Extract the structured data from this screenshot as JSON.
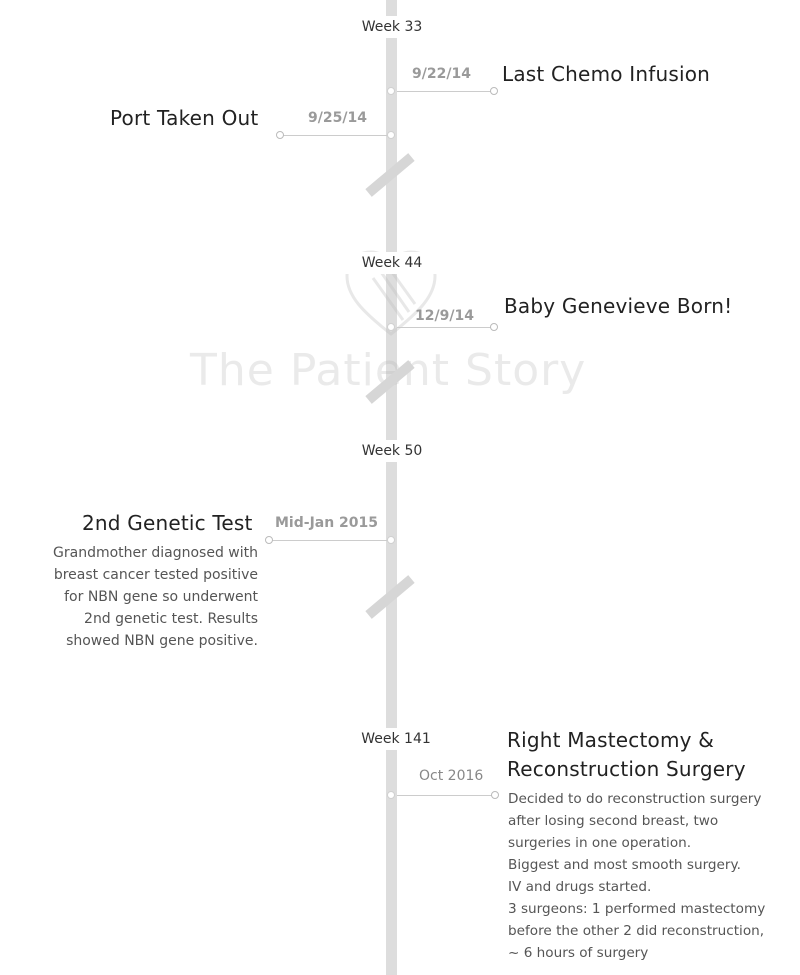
{
  "watermark": {
    "text": "The Patient Story"
  },
  "weeks": {
    "w33": "Week 33",
    "w44": "Week 44",
    "w50": "Week 50",
    "w141": "Week 141"
  },
  "events": {
    "last_chemo": {
      "date": "9/22/14",
      "title": "Last Chemo Infusion"
    },
    "port_out": {
      "date": "9/25/14",
      "title": "Port Taken Out"
    },
    "baby_born": {
      "date": "12/9/14",
      "title": "Baby Genevieve Born!"
    },
    "genetic_test": {
      "date": "Mid-Jan 2015",
      "title": "2nd Genetic Test",
      "description": [
        "Grandmother diagnosed with",
        "breast cancer tested positive",
        "for NBN gene so underwent",
        "2nd genetic test. Results",
        "showed NBN gene positive."
      ]
    },
    "mastectomy": {
      "date": "Oct 2016",
      "title_line1": "Right Mastectomy &",
      "title_line2": "Reconstruction Surgery",
      "description": [
        "Decided to do reconstruction surgery",
        "after losing second breast, two",
        "surgeries in one operation.",
        "Biggest and most smooth surgery.",
        "IV and drugs started.",
        "3 surgeons: 1 performed mastectomy",
        "before the other 2 did reconstruction,",
        "~ 6 hours of surgery"
      ]
    }
  }
}
